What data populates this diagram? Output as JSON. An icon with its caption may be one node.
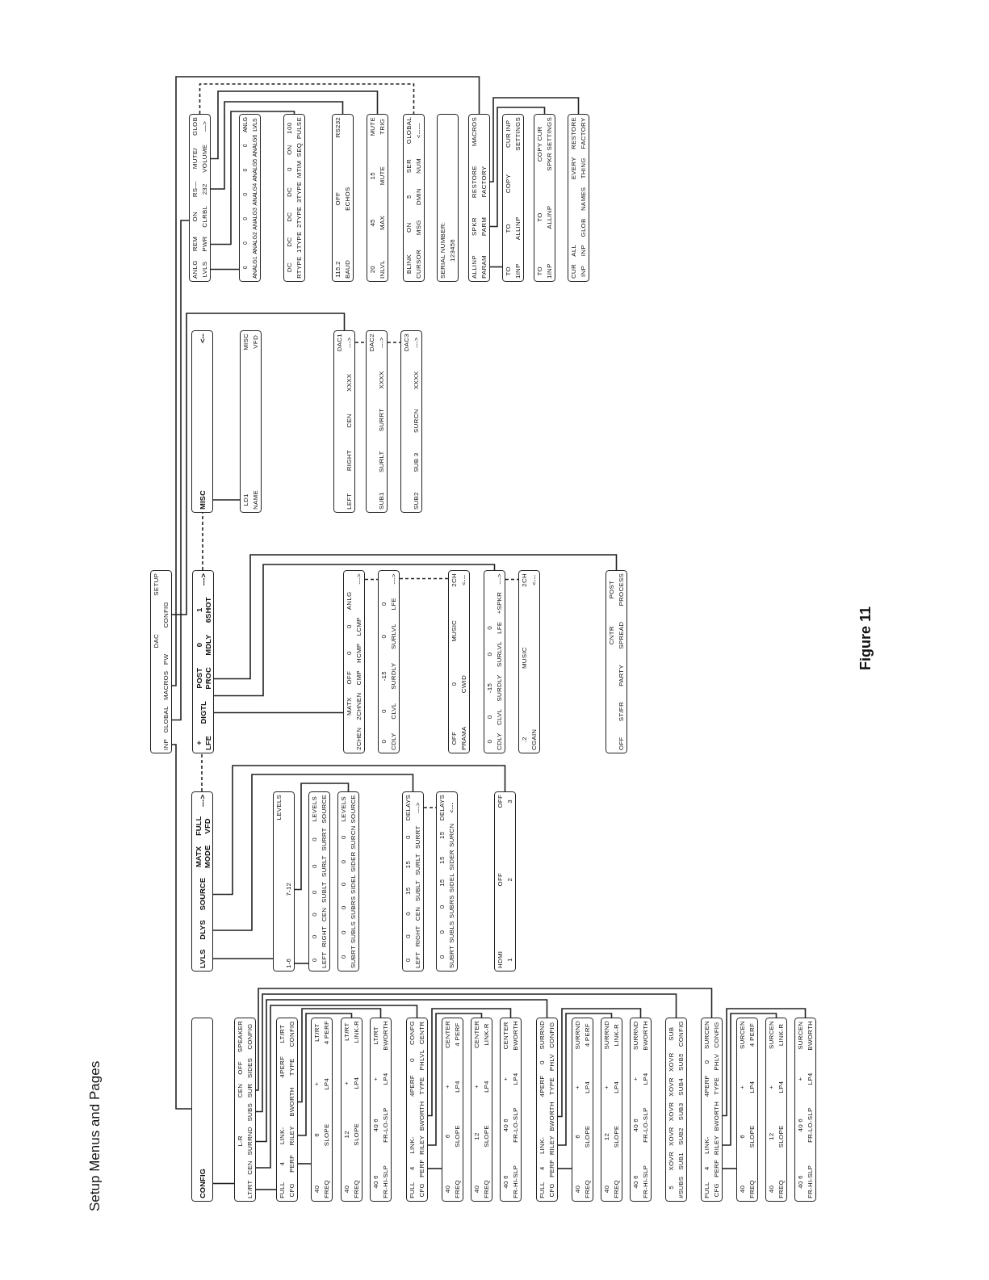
{
  "diagram": {
    "title": "Setup Menus and Pages",
    "caption": "Figure 11",
    "nodes": [
      {
        "text": [
          "INP",
          "GLOBAL",
          "MACROS",
          "PW",
          "DAC",
          "CONFIG",
          "SETUP"
        ]
      },
      {
        "text": [
          "CONFIG"
        ]
      },
      {
        "text": [
          "LT/RT",
          "CEN",
          "L-R SURRND",
          "SUBS",
          "CEN SUR",
          "OFF SIDES",
          "SPEAKER CONFIG"
        ]
      },
      {
        "text": [
          "FULL CFG",
          "4 PERF",
          "LINK- RILEY",
          "BWORTH",
          "4PERF TYPE",
          "LT/RT CONFIG"
        ]
      },
      {
        "text": [
          "40 FREQ",
          "6 SLOPE",
          "+ LP4",
          "LT/RT 4 PERF"
        ]
      },
      {
        "text": [
          "40 FREQ",
          "12 SLOPE",
          "+ LP4",
          "LT/RT LINK-R"
        ]
      },
      {
        "text": [
          "40 6 FR-HI-SLP",
          "40 6 FR-LO-SLP",
          "+ LP4",
          "LT/RT BWORTH"
        ]
      },
      {
        "text": [
          "FULL CFG",
          "4 PERF",
          "LINK- RILEY",
          "BWORTH",
          "4PERF TYPE",
          "0 PHLVL",
          "CONFG CENTR"
        ]
      },
      {
        "text": [
          "40 FREQ",
          "6 SLOPE",
          "+ LP4",
          "CENTER 4 PERF"
        ]
      },
      {
        "text": [
          "40 FREQ",
          "12 SLOPE",
          "+ LP4",
          "CENTER LINK-R"
        ]
      },
      {
        "text": [
          "40 6 FR-HI-SLP",
          "40 6 FR-LO-SLP",
          "+ LP4",
          "CENTER BWORTH"
        ]
      },
      {
        "text": [
          "FULL CFG",
          "4 PERF",
          "LINK- RILEY",
          "BWORTH",
          "4PERF TYPE",
          "0 PHLV",
          "SURRND CONFIG"
        ]
      },
      {
        "text": [
          "40 FREQ",
          "6 SLOPE",
          "+ LP4",
          "SURRND 4 PERF"
        ]
      },
      {
        "text": [
          "40 FREQ",
          "12 SLOPE",
          "+ LP4",
          "SURRND LINK-R"
        ]
      },
      {
        "text": [
          "40 6 FR-HI-SLP",
          "40 6 FR-LO-SLP",
          "+ LP4",
          "SURRND BWORTH"
        ]
      },
      {
        "text": [
          "5 #SUBS",
          "XOVR SUB1",
          "XOVR SUB2",
          "XOVR SUB3",
          "XOVR SUB4",
          "XOVR SUB5",
          "SUB CONFIG"
        ]
      },
      {
        "text": [
          "FULL CFG",
          "4 PERF",
          "LINK- RILEY",
          "BWORTH",
          "4PERF TYPE",
          "0 PHLV",
          "SURCEN CONFIG"
        ]
      },
      {
        "text": [
          "40 FREQ",
          "6 SLOPE",
          "+ LP4",
          "SURCEN 4 PERF"
        ]
      },
      {
        "text": [
          "40 FREQ",
          "12 SLOPE",
          "+ LP4",
          "SURCEN LINK-R"
        ]
      },
      {
        "text": [
          "40 6 FR-HI-SLP",
          "40 6 FR-LO-SLP",
          "+ LP4",
          "SURCEN BWORTH"
        ]
      },
      {
        "text": [
          "LVLS",
          "DLYS",
          "SOURCE",
          "MATX MODE",
          "FULL VFD",
          "--->"
        ]
      },
      {
        "text": [
          "1-6",
          "7-12",
          "LEVELS"
        ]
      },
      {
        "text": [
          "0 LEFT",
          "0 RIGHT",
          "0 CEN",
          "0 SUBLT",
          "0 SURLT",
          "0 SURRT",
          "LEVELS SOURCE"
        ]
      },
      {
        "text": [
          "0 SUBRT",
          "0 SUBLS",
          "0 SUBRS",
          "0 SIDEL",
          "0 SIDER",
          "0 SURCN",
          "LEVELS SOURCE"
        ]
      },
      {
        "text": [
          "0 LEFT",
          "0 RIGHT",
          "0 CEN",
          "15 SUBLT",
          "15 SURLT",
          "0 SURRT",
          "DELAYS --->"
        ]
      },
      {
        "text": [
          "0 SUBRT",
          "0 SUBLS",
          "0 SUBRS",
          "15 SIDEL",
          "15 SIDER",
          "15 SURCN",
          "DELAYS <---"
        ]
      },
      {
        "text": [
          "HDMI 1",
          "OFF 2",
          "OFF 3"
        ]
      },
      {
        "text": [
          "+ LFE",
          "DIGTL",
          "POST PROC",
          "0 MDLY",
          "1 6SHOT",
          "--->"
        ]
      },
      {
        "text": [
          "2CHEN",
          "MATX 2CHNEN",
          "OFF CMP",
          "0 HCMP",
          "0 LCMP",
          "ANLG",
          "--->"
        ]
      },
      {
        "text": [
          "0 CDLY",
          "0 CLVL",
          "-15 SURDLY",
          "0 SURLVL",
          "0 LFE",
          "--->"
        ]
      },
      {
        "text": [
          "OFF PRAMA",
          "0 CWID",
          "MUSIC",
          "2CH <---"
        ]
      },
      {
        "text": [
          "0 CDLY",
          "0 CLVL",
          "-15 SURDLY",
          "0 SURLVL",
          "0 LFE",
          "+SPKR",
          "--->"
        ]
      },
      {
        "text": [
          ".2 CGAIN",
          "MUSIC",
          "2CH <---"
        ]
      },
      {
        "text": [
          "OFF",
          "ST/FR",
          "PARTY",
          "CNTR SPREAD",
          "POST PROCESS"
        ]
      },
      {
        "text": [
          "MISC",
          "<--"
        ]
      },
      {
        "text": [
          "LD1 NAME",
          "MISC VFD"
        ]
      },
      {
        "text": [
          "LEFT",
          "RIGHT",
          "CEN",
          "XXXX",
          "DAC1 --->"
        ]
      },
      {
        "text": [
          "SUB1",
          "SURLT",
          "SURRT",
          "XXXX",
          "DAC2 --->"
        ]
      },
      {
        "text": [
          "SUB2",
          "SUB 3",
          "SURCN",
          "XXXX",
          "DAC3 --->"
        ]
      },
      {
        "text": [
          "ANLG LVLS",
          "REM PWR",
          "ON CLRBL",
          "RS— 232",
          "MUTE/ VOLUME",
          "GLOB —>"
        ]
      },
      {
        "text": [
          "0 ANALG1",
          "0 ANALG2",
          "0 ANALG3",
          "0 ANALG4",
          "0 ANALG5",
          "0 ANALG6",
          "ANLG LVLS"
        ]
      },
      {
        "text": [
          "DC RTYPE",
          "DC 1TYPE",
          "DC 2TYPE",
          "DC 3TYPE",
          "0 MTIM",
          "ON SEQ",
          "100 PULSE"
        ]
      },
      {
        "text": [
          "115.2 BAUD",
          "OFF ECHOS",
          "RS232"
        ]
      },
      {
        "text": [
          "20 INLVL",
          "45 MAX",
          "15 MUTE",
          "MUTE TRIG"
        ]
      },
      {
        "text": [
          "BLINK CURSOR",
          "ON MSG",
          "5 DMIN",
          "SER NUM",
          "GLOBAL <-----"
        ]
      },
      {
        "text": [
          "SERIAL NUMBER: 123456"
        ]
      },
      {
        "text": [
          "ALLINP PARAM",
          "SPKR PARM",
          "RESTORE FACTORY",
          "MACROS"
        ]
      },
      {
        "text": [
          "TO 1INP",
          "TO ALLINP",
          "COPY",
          "CUR INP SETTINGS"
        ]
      },
      {
        "text": [
          "TO 1INP",
          "TO ALLINP",
          "COPY CUR SPKR SETTINGS"
        ]
      },
      {
        "text": [
          "CUR INP",
          "ALL INP",
          "GLOB",
          "NAMES",
          "EVERY THING",
          "RESTORE FACTORY"
        ]
      }
    ],
    "edges": [
      {
        "from": 0,
        "to": 1,
        "arrow": "none"
      },
      {
        "from": 0,
        "to": 39,
        "arrow": "none"
      },
      {
        "from": 0,
        "to": 46,
        "arrow": "none"
      },
      {
        "from": 0,
        "to": 36,
        "arrow": "none"
      },
      {
        "from": 1,
        "to": 2,
        "arrow": "none"
      },
      {
        "from": 2,
        "to": 3,
        "arrow": "none"
      },
      {
        "from": 2,
        "to": 7,
        "arrow": "none"
      },
      {
        "from": 2,
        "to": 11,
        "arrow": "none"
      },
      {
        "from": 2,
        "to": 15,
        "arrow": "none"
      },
      {
        "from": 2,
        "to": 16,
        "arrow": "none"
      },
      {
        "from": 3,
        "to": 4,
        "arrow": "none"
      },
      {
        "from": 3,
        "to": 5,
        "arrow": "none"
      },
      {
        "from": 3,
        "to": 6,
        "arrow": "none"
      },
      {
        "from": 7,
        "to": 8,
        "arrow": "none"
      },
      {
        "from": 7,
        "to": 9,
        "arrow": "none"
      },
      {
        "from": 7,
        "to": 10,
        "arrow": "none"
      },
      {
        "from": 11,
        "to": 12,
        "arrow": "none"
      },
      {
        "from": 11,
        "to": 13,
        "arrow": "none"
      },
      {
        "from": 11,
        "to": 14,
        "arrow": "none"
      },
      {
        "from": 16,
        "to": 17,
        "arrow": "none"
      },
      {
        "from": 16,
        "to": 18,
        "arrow": "none"
      },
      {
        "from": 16,
        "to": 19,
        "arrow": "none"
      },
      {
        "from": 20,
        "to": 21,
        "arrow": "none"
      },
      {
        "from": 20,
        "to": 24,
        "arrow": "none"
      },
      {
        "from": 20,
        "to": 26,
        "arrow": "none"
      },
      {
        "from": 21,
        "to": 22,
        "arrow": "none"
      },
      {
        "from": 21,
        "to": 23,
        "arrow": "none"
      },
      {
        "from": 24,
        "to": 25,
        "arrow": "none",
        "style": "dashed"
      },
      {
        "from": 20,
        "to": 27,
        "arrow": "none",
        "style": "dashed"
      },
      {
        "from": 27,
        "to": 34,
        "arrow": "none",
        "style": "dashed"
      },
      {
        "from": 27,
        "to": 28,
        "arrow": "none"
      },
      {
        "from": 27,
        "to": 31,
        "arrow": "none"
      },
      {
        "from": 27,
        "to": 33,
        "arrow": "none"
      },
      {
        "from": 28,
        "to": 29,
        "arrow": "none",
        "style": "dashed"
      },
      {
        "from": 29,
        "to": 30,
        "arrow": "none",
        "style": "dashed"
      },
      {
        "from": 31,
        "to": 32,
        "arrow": "none",
        "style": "dashed"
      },
      {
        "from": 34,
        "to": 35,
        "arrow": "none"
      },
      {
        "from": 36,
        "to": 37,
        "arrow": "none",
        "style": "dashed"
      },
      {
        "from": 37,
        "to": 38,
        "arrow": "none",
        "style": "dashed"
      },
      {
        "from": 39,
        "to": 40,
        "arrow": "none"
      },
      {
        "from": 39,
        "to": 41,
        "arrow": "none"
      },
      {
        "from": 39,
        "to": 42,
        "arrow": "none"
      },
      {
        "from": 39,
        "to": 43,
        "arrow": "none"
      },
      {
        "from": 39,
        "to": 44,
        "arrow": "none",
        "style": "dashed"
      },
      {
        "from": 46,
        "to": 47,
        "arrow": "none"
      },
      {
        "from": 46,
        "to": 48,
        "arrow": "none"
      },
      {
        "from": 46,
        "to": 49,
        "arrow": "none"
      }
    ]
  }
}
